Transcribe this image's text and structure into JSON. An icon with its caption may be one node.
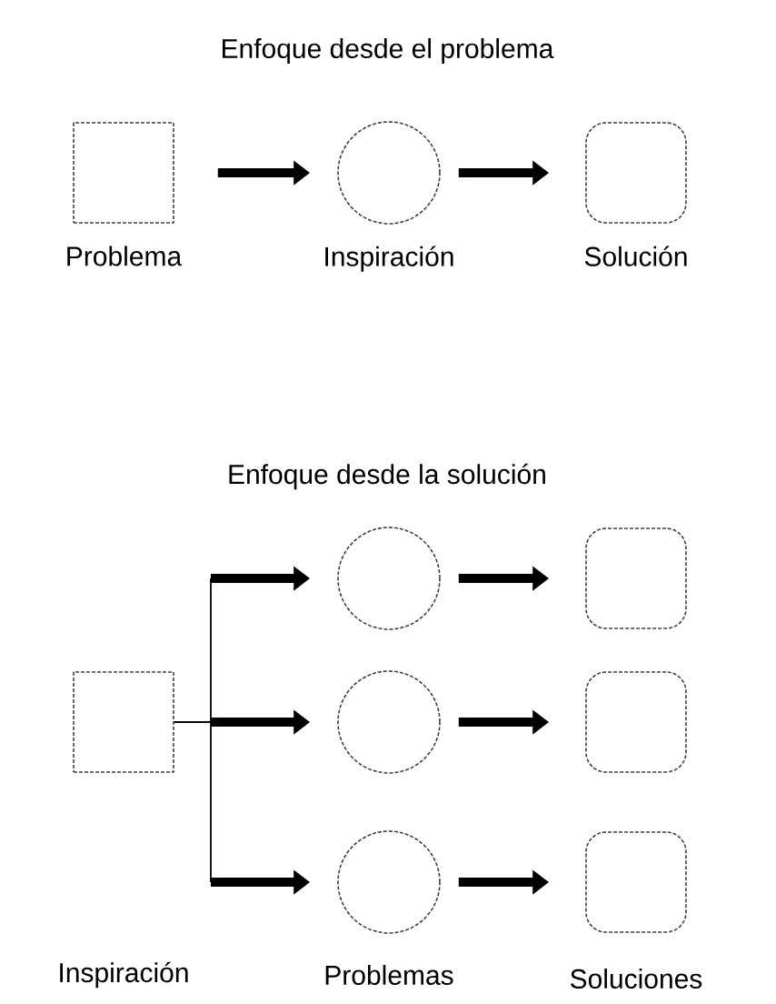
{
  "diagram": {
    "nodes": [
      {
        "text": [],
        "shape": "square",
        "beside": [
          "Problema"
        ]
      },
      {
        "text": [],
        "shape": "circle",
        "beside": [
          "Inspiración"
        ]
      },
      {
        "text": [],
        "shape": "box",
        "beside": [
          "Solución"
        ]
      },
      {
        "text": [],
        "shape": "square"
      },
      {
        "text": [],
        "shape": "circle"
      },
      {
        "text": [],
        "shape": "circle"
      },
      {
        "text": [],
        "shape": "circle"
      },
      {
        "text": [],
        "shape": "box"
      },
      {
        "text": [],
        "shape": "box"
      },
      {
        "text": [],
        "shape": "box"
      }
    ],
    "edges": [
      {
        "from": 0,
        "to": 1,
        "arrow": "to"
      },
      {
        "from": 1,
        "to": 2,
        "arrow": "to"
      },
      {
        "from": 3,
        "to": 4,
        "arrow": "to"
      },
      {
        "from": 3,
        "to": 5,
        "arrow": "to"
      },
      {
        "from": 3,
        "to": 6,
        "arrow": "to"
      },
      {
        "from": 4,
        "to": 7,
        "arrow": "to"
      },
      {
        "from": 5,
        "to": 8,
        "arrow": "to"
      },
      {
        "from": 6,
        "to": 9,
        "arrow": "to"
      }
    ],
    "labels": [
      "Enfoque desde el problema",
      "Enfoque desde la solución",
      "Inspiración",
      "Problemas",
      "Soluciones"
    ]
  }
}
